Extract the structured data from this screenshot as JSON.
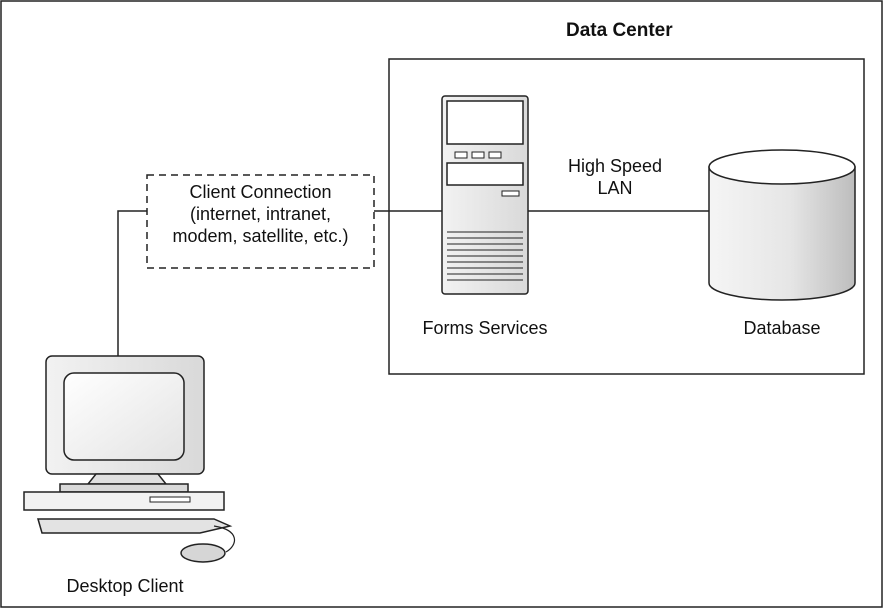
{
  "data_center": {
    "title": "Data Center"
  },
  "connection": {
    "lines": [
      "Client Connection",
      "(internet, intranet,",
      "modem, satellite, etc.)"
    ]
  },
  "lan": {
    "lines": [
      "High Speed",
      "LAN"
    ]
  },
  "nodes": {
    "forms_services": "Forms Services",
    "database": "Database",
    "desktop_client": "Desktop Client"
  }
}
